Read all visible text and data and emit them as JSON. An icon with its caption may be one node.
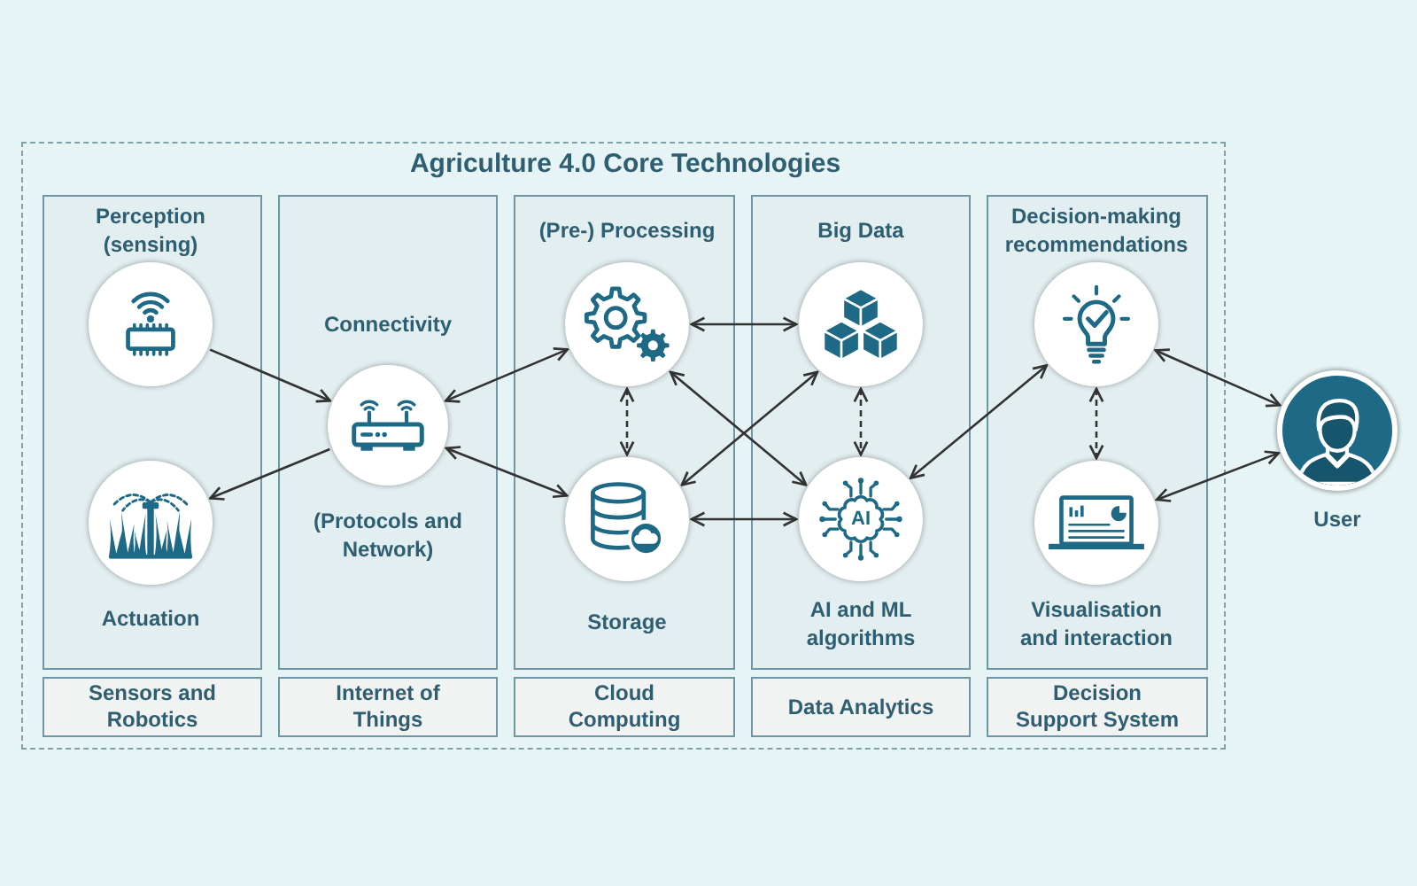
{
  "diagram": {
    "nodes": [
      {
        "text": [
          "Agriculture 4.0 Core Technologies"
        ]
      },
      {
        "text": [],
        "shape": "box",
        "in": 0
      },
      {
        "text": [],
        "shape": "circle",
        "in": 1,
        "beside": [
          "Perception (sensing)"
        ]
      },
      {
        "text": [],
        "shape": "circle",
        "in": 1,
        "beside": [
          "Actuation"
        ]
      },
      {
        "text": [
          "Sensors and Robotics"
        ],
        "in": 0
      },
      {
        "text": [],
        "shape": "box",
        "in": 0
      },
      {
        "text": [],
        "shape": "circle",
        "in": 5,
        "beside": [
          "Connectivity",
          "(Protocols and Network)"
        ]
      },
      {
        "text": [
          "Internet of Things"
        ],
        "in": 0
      },
      {
        "text": [],
        "shape": "box",
        "in": 0
      },
      {
        "text": [],
        "shape": "circle",
        "in": 8,
        "beside": [
          "(Pre-) Processing"
        ]
      },
      {
        "text": [],
        "shape": "circle",
        "in": 8,
        "beside": [
          "Storage"
        ]
      },
      {
        "text": [
          "Cloud Computing"
        ],
        "in": 0
      },
      {
        "text": [],
        "shape": "box",
        "in": 0
      },
      {
        "text": [],
        "shape": "circle",
        "in": 12,
        "beside": [
          "Big Data"
        ]
      },
      {
        "text": [
          "AI"
        ],
        "in": 12,
        "beside": [
          "AI and ML algorithms"
        ]
      },
      {
        "text": [
          "Data Analytics"
        ],
        "in": 0
      },
      {
        "text": [],
        "shape": "box",
        "in": 0
      },
      {
        "text": [],
        "shape": "circle",
        "in": 16,
        "beside": [
          "Decision-making recommendations"
        ]
      },
      {
        "text": [],
        "shape": "circle",
        "in": 16,
        "beside": [
          "Visualisation and interaction"
        ]
      },
      {
        "text": [
          "Decision Support System"
        ],
        "in": 0
      },
      {
        "text": [],
        "shape": "circle",
        "beside": [
          "User"
        ]
      }
    ],
    "edges": [
      {
        "from": 2,
        "to": 6,
        "arrow": "to"
      },
      {
        "from": 6,
        "to": 3,
        "arrow": "to"
      },
      {
        "from": 6,
        "to": 9,
        "arrow": "both"
      },
      {
        "from": 6,
        "to": 10,
        "arrow": "both"
      },
      {
        "from": 9,
        "to": 13,
        "arrow": "both"
      },
      {
        "from": 9,
        "to": 10,
        "arrow": "both",
        "style": "dashed"
      },
      {
        "from": 9,
        "to": 14,
        "arrow": "both"
      },
      {
        "from": 13,
        "to": 10,
        "arrow": "both"
      },
      {
        "from": 13,
        "to": 14,
        "arrow": "both",
        "style": "dashed"
      },
      {
        "from": 10,
        "to": 14,
        "arrow": "both"
      },
      {
        "from": 14,
        "to": 17,
        "arrow": "both"
      },
      {
        "from": 17,
        "to": 18,
        "arrow": "both",
        "style": "dashed"
      },
      {
        "from": 17,
        "to": 20,
        "arrow": "both"
      },
      {
        "from": 18,
        "to": 20,
        "arrow": "both"
      }
    ]
  }
}
